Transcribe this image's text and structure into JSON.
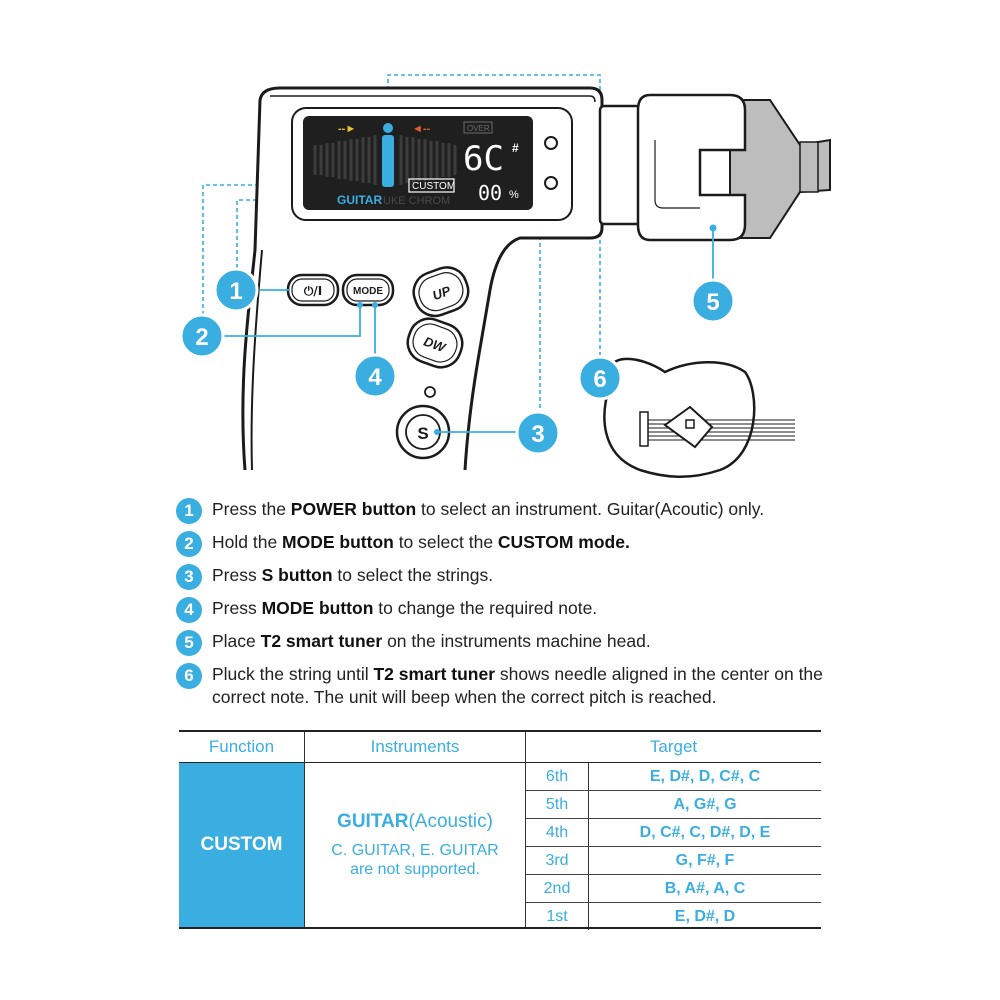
{
  "colors": {
    "accent": "#3aaee0",
    "outline": "#1b1b1b",
    "display_bg": "#1f1f1f"
  },
  "device": {
    "power_button_label": "⏻/I",
    "mode_button_label": "MODE",
    "up_button_label": "UP",
    "down_button_label": "DW",
    "s_button_label": "S",
    "display": {
      "note": "6C",
      "sharp": "#",
      "cents": "00",
      "percent": "%",
      "over_label": "OVER",
      "custom_label": "CUSTOM",
      "mode_guitar": "GUITAR",
      "mode_other": "UKE CHROM"
    }
  },
  "callouts": [
    "1",
    "2",
    "3",
    "4",
    "5",
    "6"
  ],
  "steps": [
    {
      "num": "1",
      "pre": "Press the ",
      "bold1": "POWER button",
      "mid": " to select an instrument. Guitar(Acoutic) only.",
      "bold2": "",
      "post": ""
    },
    {
      "num": "2",
      "pre": "Hold the ",
      "bold1": "MODE button",
      "mid": " to select the ",
      "bold2": "CUSTOM mode.",
      "post": ""
    },
    {
      "num": "3",
      "pre": "Press ",
      "bold1": "S button",
      "mid": " to select the strings.",
      "bold2": "",
      "post": ""
    },
    {
      "num": "4",
      "pre": "Press ",
      "bold1": "MODE button",
      "mid": " to change the required note.",
      "bold2": "",
      "post": ""
    },
    {
      "num": "5",
      "pre": "Place ",
      "bold1": "T2 smart tuner",
      "mid": " on the instruments machine head.",
      "bold2": "",
      "post": ""
    },
    {
      "num": "6",
      "pre": "Pluck the string until ",
      "bold1": "T2 smart tuner",
      "mid": " shows needle aligned in the center on the correct note. The unit will beep when the correct pitch is reached.",
      "bold2": "",
      "post": ""
    }
  ],
  "table": {
    "headers": {
      "function": "Function",
      "instruments": "Instruments",
      "target": "Target"
    },
    "function": "CUSTOM",
    "instrument_main": "GUITAR",
    "instrument_main_suffix": "(Acoustic)",
    "instrument_note_1": "C. GUITAR, E. GUITAR",
    "instrument_note_2": "are not supported.",
    "rows": [
      {
        "string": "6th",
        "notes": "E, D#, D, C#, C"
      },
      {
        "string": "5th",
        "notes": "A, G#, G"
      },
      {
        "string": "4th",
        "notes": "D, C#, C, D#, D, E"
      },
      {
        "string": "3rd",
        "notes": "G, F#, F"
      },
      {
        "string": "2nd",
        "notes": "B, A#, A, C"
      },
      {
        "string": "1st",
        "notes": "E, D#, D"
      }
    ]
  }
}
